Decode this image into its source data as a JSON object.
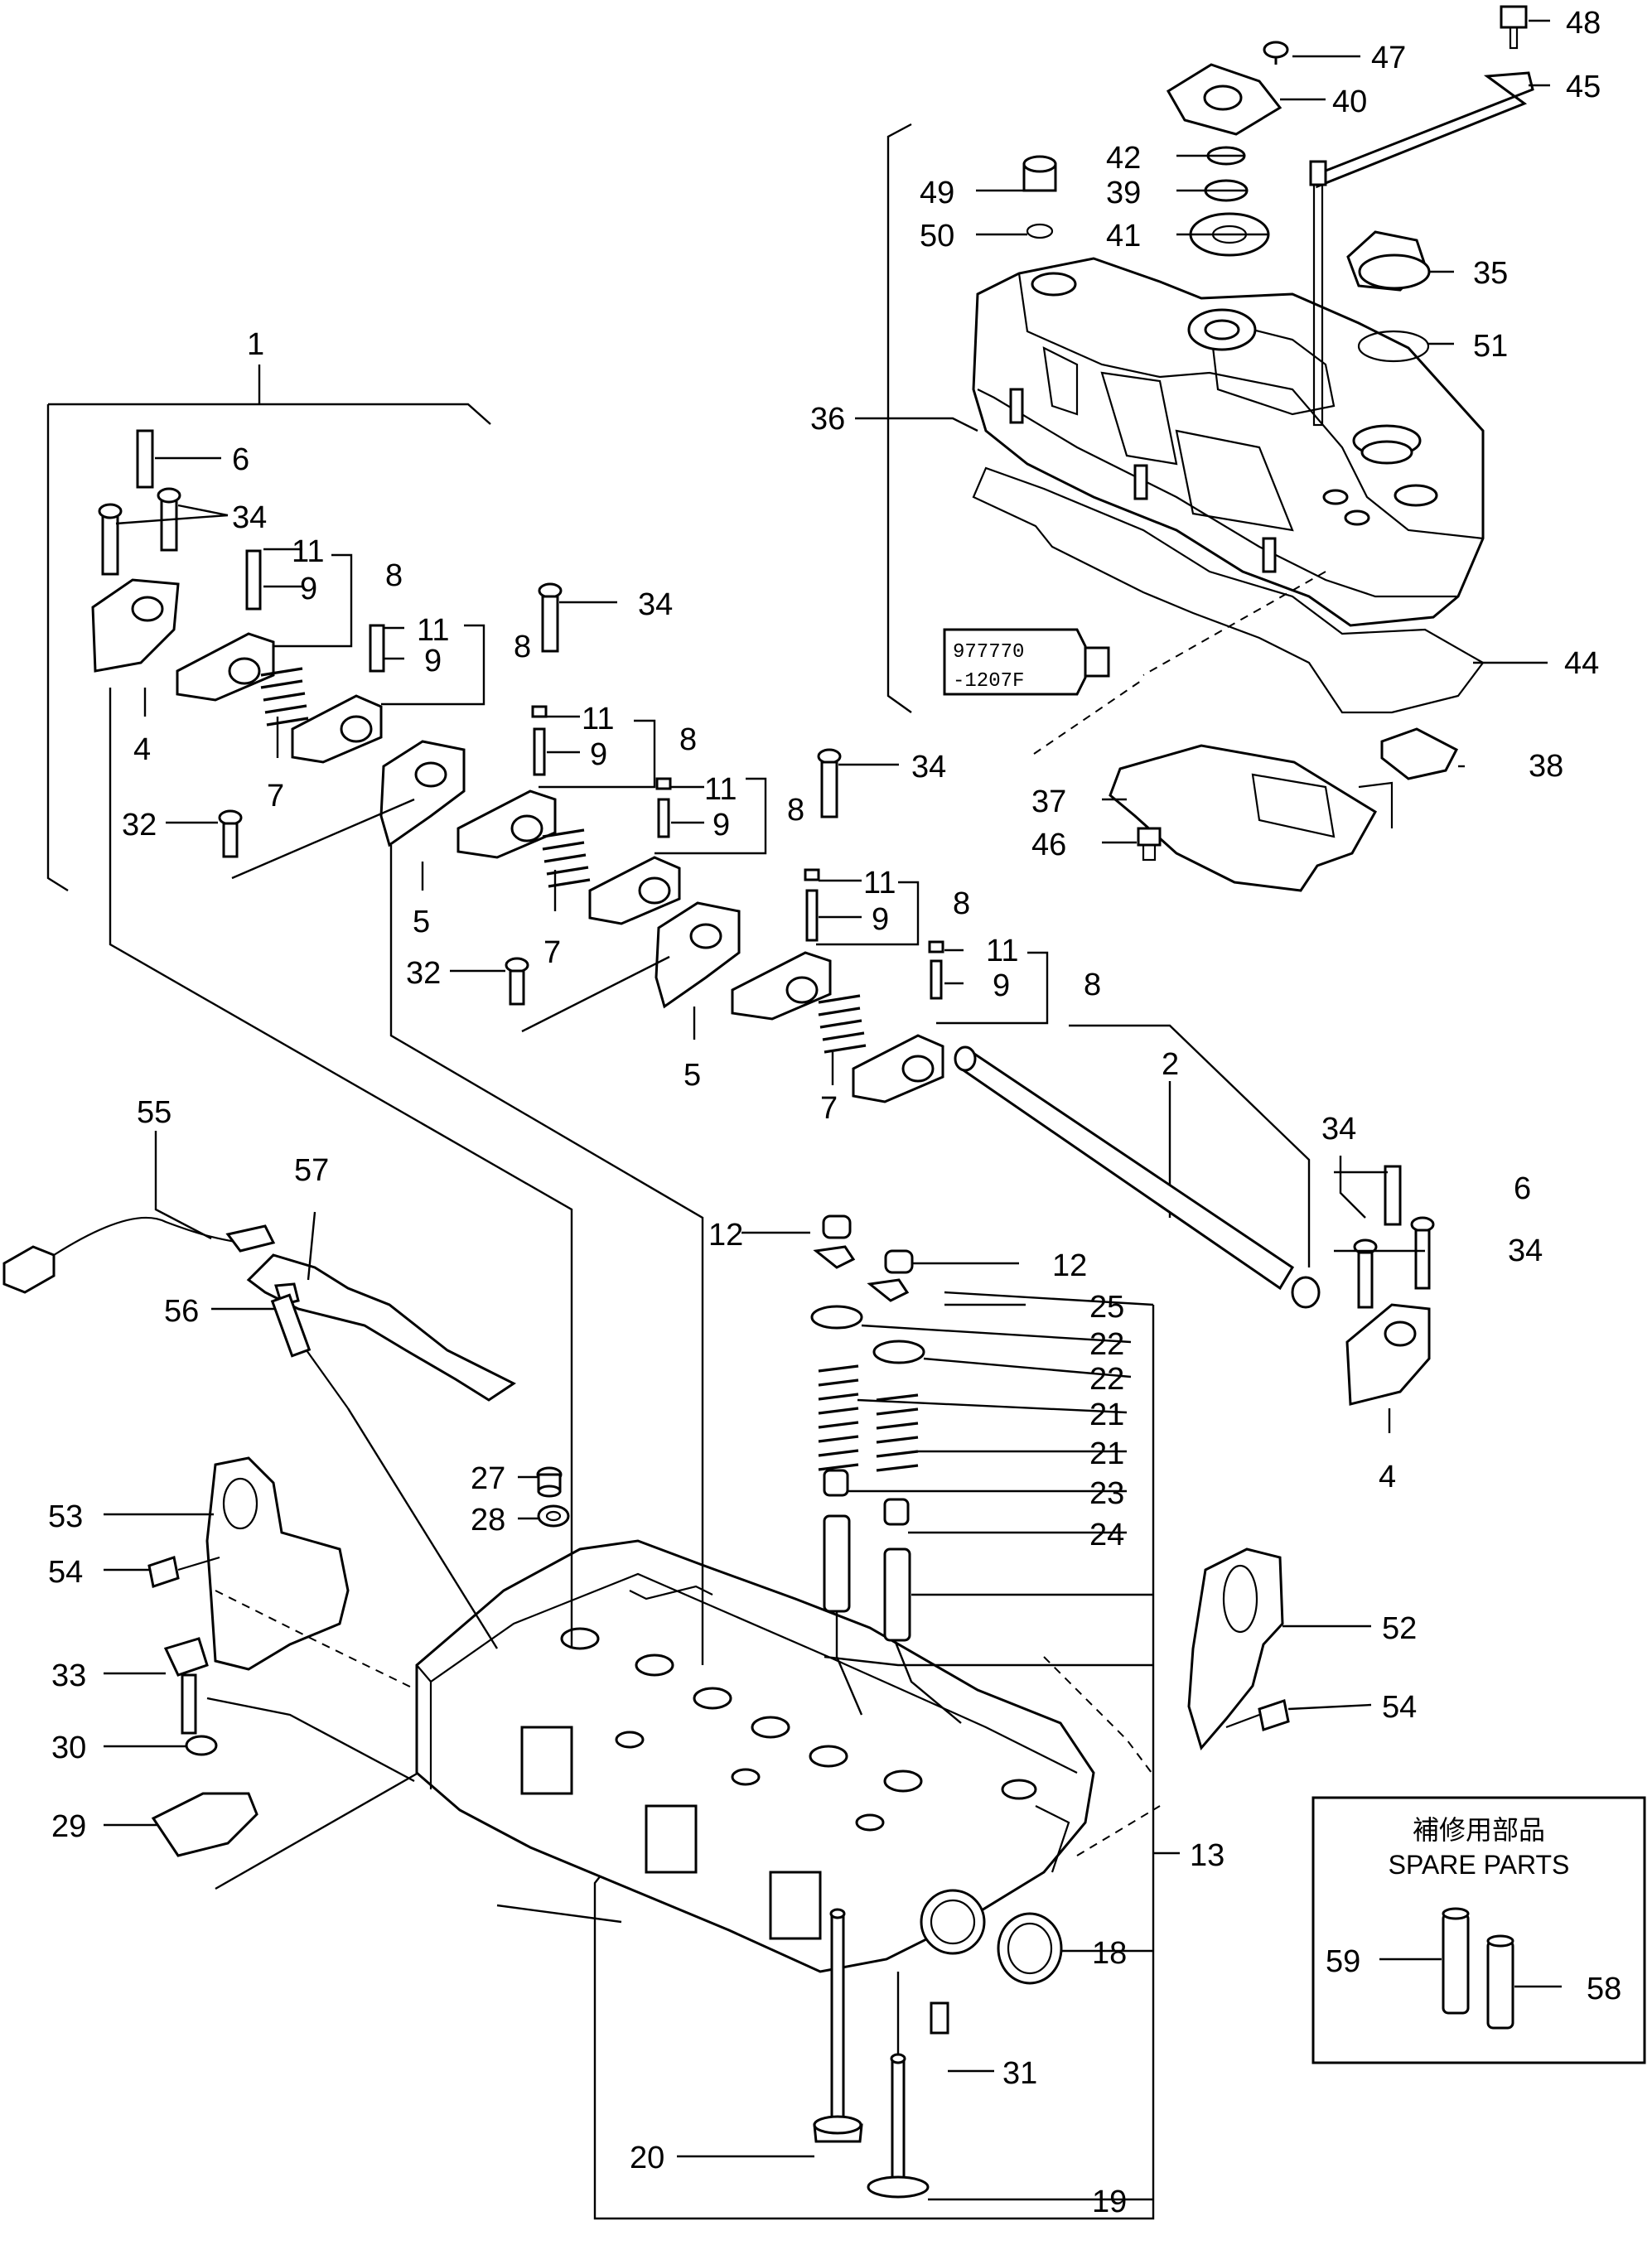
{
  "callouts": {
    "c1": "1",
    "c2": "2",
    "c4a": "4",
    "c4b": "4",
    "c5a": "5",
    "c5b": "5",
    "c6a": "6",
    "c6b": "6",
    "c7a": "7",
    "c7b": "7",
    "c7c": "7",
    "c8a": "8",
    "c8b": "8",
    "c8c": "8",
    "c8d": "8",
    "c8e": "8",
    "c8f": "8",
    "c9a": "9",
    "c9b": "9",
    "c9c": "9",
    "c9d": "9",
    "c9e": "9",
    "c9f": "9",
    "c11a": "11",
    "c11b": "11",
    "c11c": "11",
    "c11d": "11",
    "c11e": "11",
    "c11f": "11",
    "c12a": "12",
    "c12b": "12",
    "c13": "13",
    "c18": "18",
    "c19": "19",
    "c20": "20",
    "c21a": "21",
    "c21b": "21",
    "c22a": "22",
    "c22b": "22",
    "c23": "23",
    "c24": "24",
    "c25": "25",
    "c27": "27",
    "c28": "28",
    "c29": "29",
    "c30": "30",
    "c31": "31",
    "c32a": "32",
    "c32b": "32",
    "c33": "33",
    "c34a": "34",
    "c34b": "34",
    "c34c": "34",
    "c34d": "34",
    "c34e": "34",
    "c35": "35",
    "c36": "36",
    "c37": "37",
    "c38": "38",
    "c39": "39",
    "c40": "40",
    "c41": "41",
    "c42": "42",
    "c44": "44",
    "c45": "45",
    "c46": "46",
    "c47": "47",
    "c48": "48",
    "c49": "49",
    "c50": "50",
    "c51": "51",
    "c52": "52",
    "c53": "53",
    "c54a": "54",
    "c54b": "54",
    "c55": "55",
    "c56": "56",
    "c57": "57",
    "c58": "58",
    "c59": "59"
  },
  "sealant_tube": {
    "line1": "977770",
    "line2": "-1207F"
  },
  "spare_parts": {
    "title_ja": "補修用部品",
    "title_en": "SPARE PARTS"
  }
}
